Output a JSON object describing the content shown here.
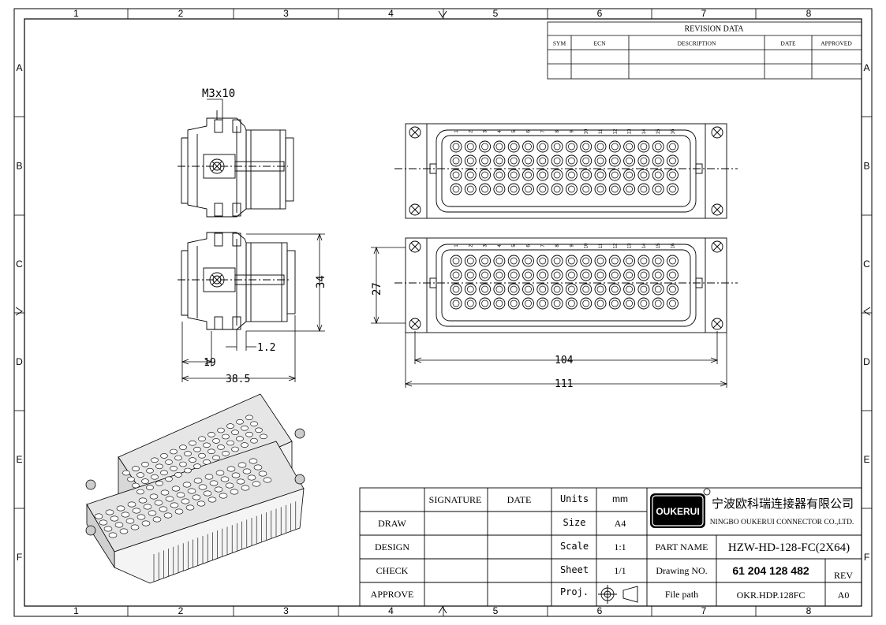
{
  "frame": {
    "columns": [
      "1",
      "2",
      "3",
      "4",
      "5",
      "6",
      "7",
      "8"
    ],
    "rows": [
      "A",
      "B",
      "C",
      "D",
      "E",
      "F"
    ]
  },
  "revision": {
    "title": "REVISION   DATA",
    "headers": [
      "SYM",
      "ECN",
      "DESCRIPTION",
      "DATE",
      "APPROVED"
    ]
  },
  "dimensions": {
    "screw": "M3x10",
    "height_34": "34",
    "height_27": "27",
    "offset_12": "1.2",
    "depth_19": "19",
    "depth_385": "38.5",
    "width_104": "104",
    "width_111": "111"
  },
  "pin_numbers": [
    "1",
    "2",
    "3",
    "4",
    "5",
    "6",
    "7",
    "8",
    "9",
    "10",
    "11",
    "12",
    "13",
    "14",
    "15",
    "16"
  ],
  "title_block": {
    "signature_header": "SIGNATURE",
    "date_header": "DATE",
    "roles": [
      "DRAW",
      "DESIGN",
      "CHECK",
      "APPROVE"
    ],
    "units_label": "Units",
    "units_value": "mm",
    "size_label": "Size",
    "size_value": "A4",
    "scale_label": "Scale",
    "scale_value": "1:1",
    "sheet_label": "Sheet",
    "sheet_value": "1/1",
    "proj_label": "Proj.",
    "logo_text": "OUKERUI",
    "company_cn": "宁波欧科瑞连接器有限公司",
    "company_en": "NINGBO OUKERUI CONNECTOR CO.,LTD.",
    "part_name_label": "PART NAME",
    "part_name_value": "HZW-HD-128-FC(2X64)",
    "drawing_no_label": "Drawing NO.",
    "drawing_no_value": "61 204 128 482",
    "rev_label": "REV",
    "file_path_label": "File path",
    "file_path_value": "OKR.HDP.128FC",
    "rev_value": "A0"
  }
}
